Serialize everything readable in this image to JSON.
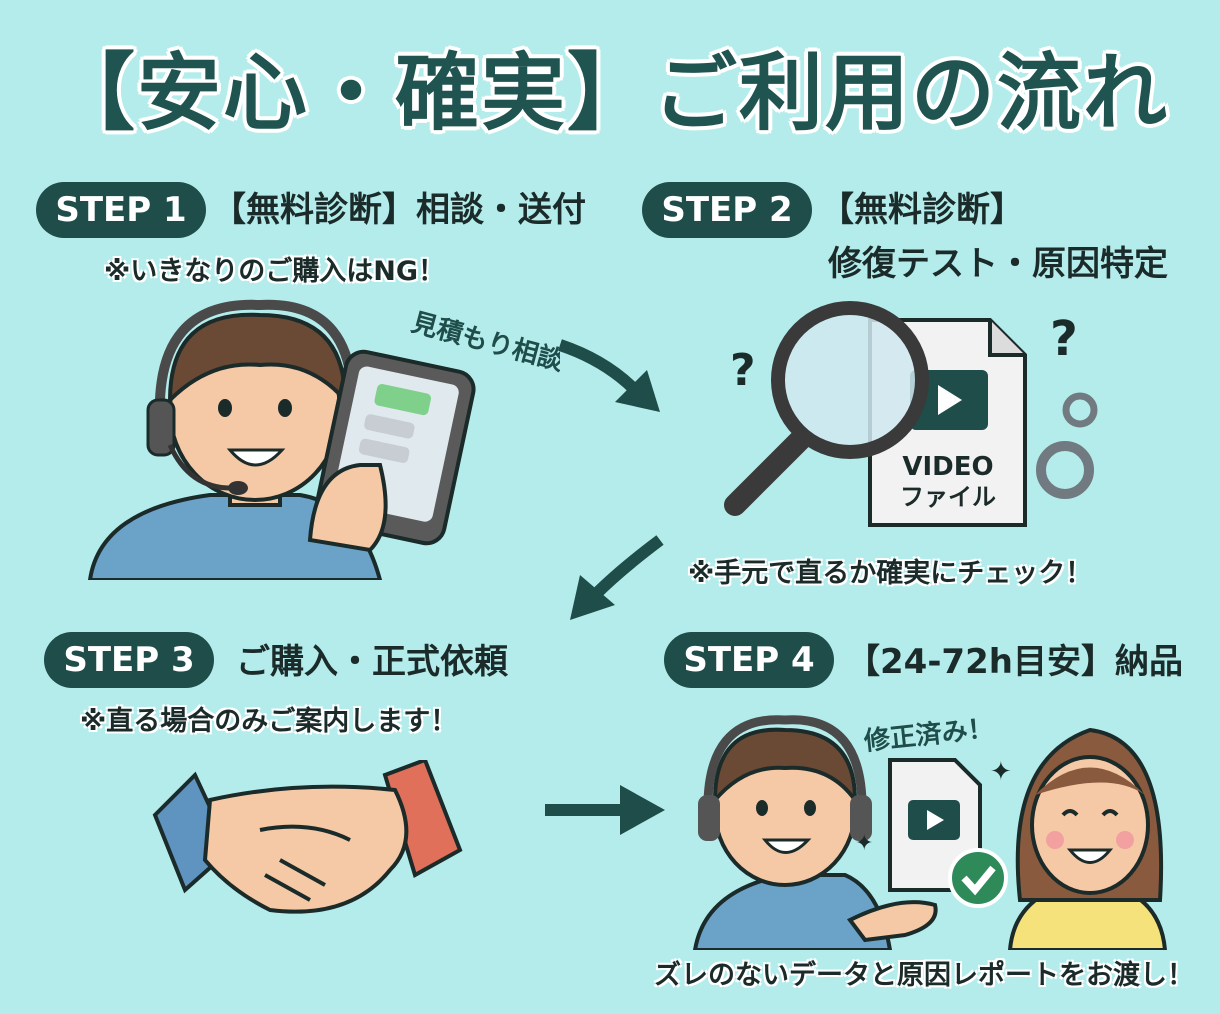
{
  "title": "【安心・確実】ご利用の流れ",
  "steps": [
    {
      "badge": "STEP 1",
      "heading": "【無料診断】相談・送付",
      "note": "※いきなりのご購入はNG！",
      "bubble": "見積もり相談"
    },
    {
      "badge": "STEP 2",
      "heading_line1": "【無料診断】",
      "heading_line2": "修復テスト・原因特定",
      "note": "※手元で直るか確実にチェック！",
      "file_label_1": "VIDEO",
      "file_label_2": "ファイル"
    },
    {
      "badge": "STEP 3",
      "heading": "ご購入・正式依頼",
      "note": "※直る場合のみご案内します！"
    },
    {
      "badge": "STEP 4",
      "heading": "【24-72h目安】納品",
      "note": "ズレのないデータと原因レポートをお渡し！",
      "bubble": "修正済み！"
    }
  ],
  "colors": {
    "background": "#b4ecec",
    "accent": "#1e4d4a",
    "success": "#2f8a5a"
  }
}
